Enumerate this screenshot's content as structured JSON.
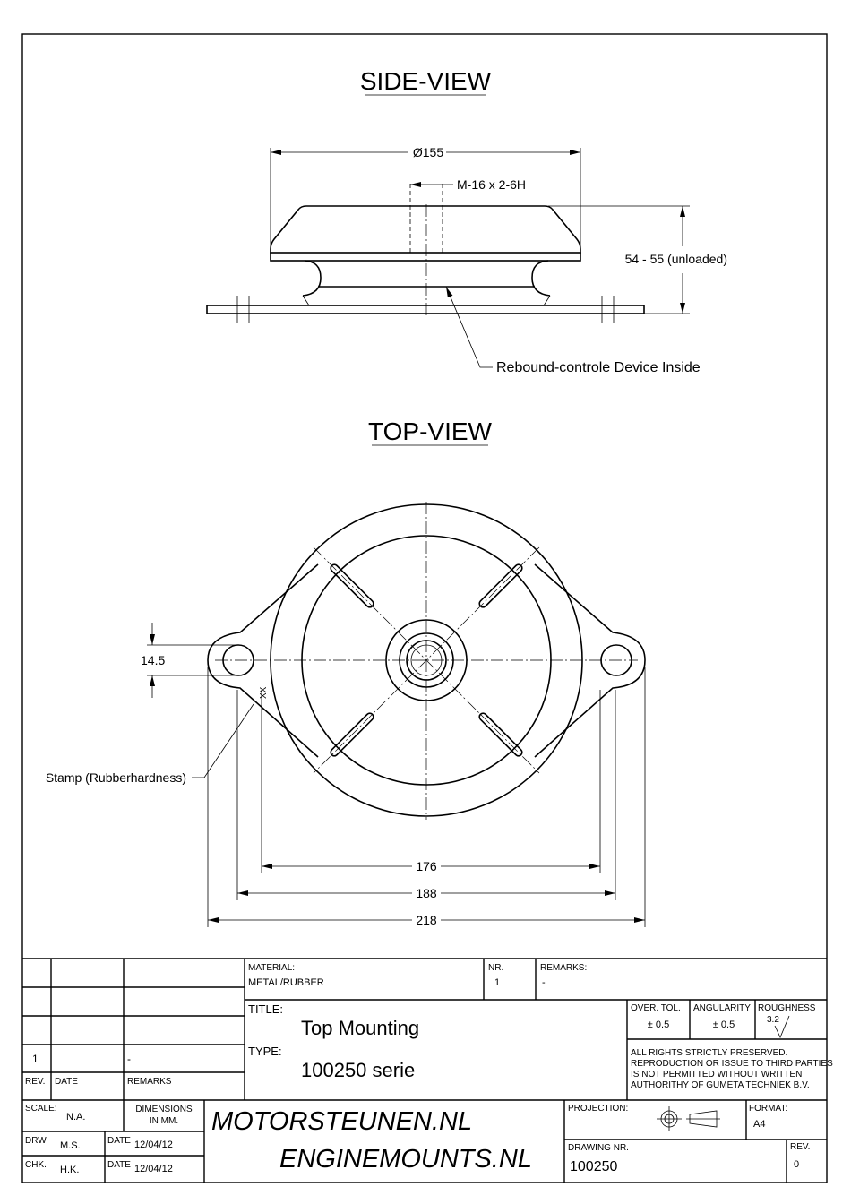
{
  "views": {
    "side_title": "SIDE-VIEW",
    "top_title": "TOP-VIEW"
  },
  "side_view": {
    "diameter": "Ø155",
    "thread": "M-16 x 2-6H",
    "height": "54 - 55 (unloaded)",
    "rebound_note": "Rebound-controle Device Inside"
  },
  "top_view": {
    "slot_width": "14.5",
    "stamp_mark": "XX",
    "stamp_note": "Stamp (Rubberhardness)",
    "dim_inner": "176",
    "dim_middle": "188",
    "dim_outer": "218"
  },
  "title_block": {
    "revision_row": {
      "rev": "1",
      "remarks": "-"
    },
    "rev_label": "REV.",
    "date_label": "DATE",
    "remarks_label": "REMARKS",
    "material_label": "MATERIAL:",
    "material": "METAL/RUBBER",
    "nr_label": "NR.",
    "nr": "1",
    "remarks_header": "REMARKS:",
    "remarks_value": "-",
    "title_label": "TITLE:",
    "title": "Top Mounting",
    "type_label": "TYPE:",
    "type": "100250 serie",
    "tol_label": "OVER. TOL.",
    "tol": "± 0.5",
    "ang_label": "ANGULARITY",
    "ang": "± 0.5",
    "rough_label": "ROUGHNESS",
    "rough": "3.2",
    "rights": [
      "ALL RIGHTS STRICTLY PRESERVED.",
      "REPRODUCTION OR ISSUE TO THIRD PARTIES",
      "IS NOT PERMITTED WITHOUT WRITTEN",
      "AUTHORITHY OF GUMETA TECHNIEK B.V."
    ],
    "scale_label": "SCALE:",
    "scale": "N.A.",
    "dims_label": [
      "DIMENSIONS",
      "IN MM."
    ],
    "drw_label": "DRW.",
    "drw": "M.S.",
    "drw_date_label": "DATE",
    "drw_date": "12/04/12",
    "chk_label": "CHK.",
    "chk": "H.K.",
    "chk_date_label": "DATE",
    "chk_date": "12/04/12",
    "brand1": "MOTORSTEUNEN.NL",
    "brand2": "ENGINEMOUNTS.NL",
    "projection_label": "PROJECTION:",
    "format_label": "FORMAT:",
    "format": "A4",
    "drawing_nr_label": "DRAWING NR.",
    "drawing_nr": "100250",
    "rev_header": "REV.",
    "rev_value": "0"
  }
}
